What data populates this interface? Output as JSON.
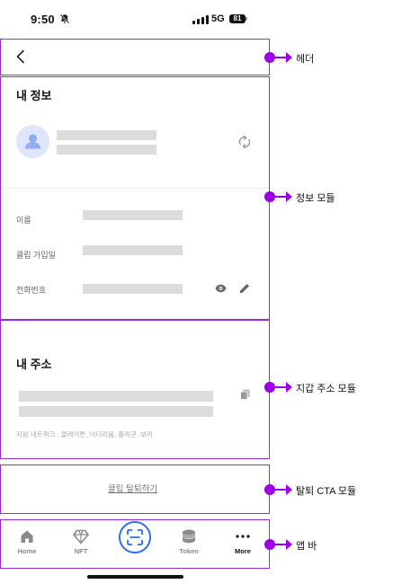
{
  "status_bar": {
    "time": "9:50",
    "network": "5G",
    "battery": "81",
    "icons": [
      "bell-off-icon",
      "signal-icon",
      "battery-icon"
    ]
  },
  "header": {
    "back_icon": "chevron-left-icon"
  },
  "info_module": {
    "title": "내 정보",
    "fields": [
      {
        "label": "이름"
      },
      {
        "label": "클립 가입일"
      },
      {
        "label": "전화번호"
      }
    ],
    "icons": [
      "avatar-icon",
      "refresh-icon",
      "eye-icon",
      "pencil-icon"
    ]
  },
  "wallet_module": {
    "title": "내 주소",
    "network_note": "지원 네트워크 : 클레이튼, 이더리움, 폴리곤, 보라",
    "icons": [
      "copy-icon"
    ]
  },
  "cta_module": {
    "withdraw_link": "클립 탈퇴하기"
  },
  "app_bar": {
    "tabs": [
      {
        "label": "Home",
        "icon": "home-icon",
        "active": false
      },
      {
        "label": "NFT",
        "icon": "diamond-icon",
        "active": false
      },
      {
        "label": "Token",
        "icon": "coin-stack-icon",
        "active": false
      },
      {
        "label": "More",
        "icon": "more-dots-icon",
        "active": true
      }
    ],
    "center_icon": "scan-icon"
  },
  "annotations": {
    "header": "헤더",
    "info_module": "정보 모듈",
    "wallet_module": "지갑 주소 모듈",
    "cta_module": "탈퇴 CTA 모듈",
    "app_bar": "앱 바"
  },
  "colors": {
    "annotation": "#9b00e6",
    "frame": "#9b2ad6",
    "accent_blue": "#2c6ef2",
    "skeleton": "#dcdcdc",
    "avatar_bg": "#dde6fb"
  }
}
